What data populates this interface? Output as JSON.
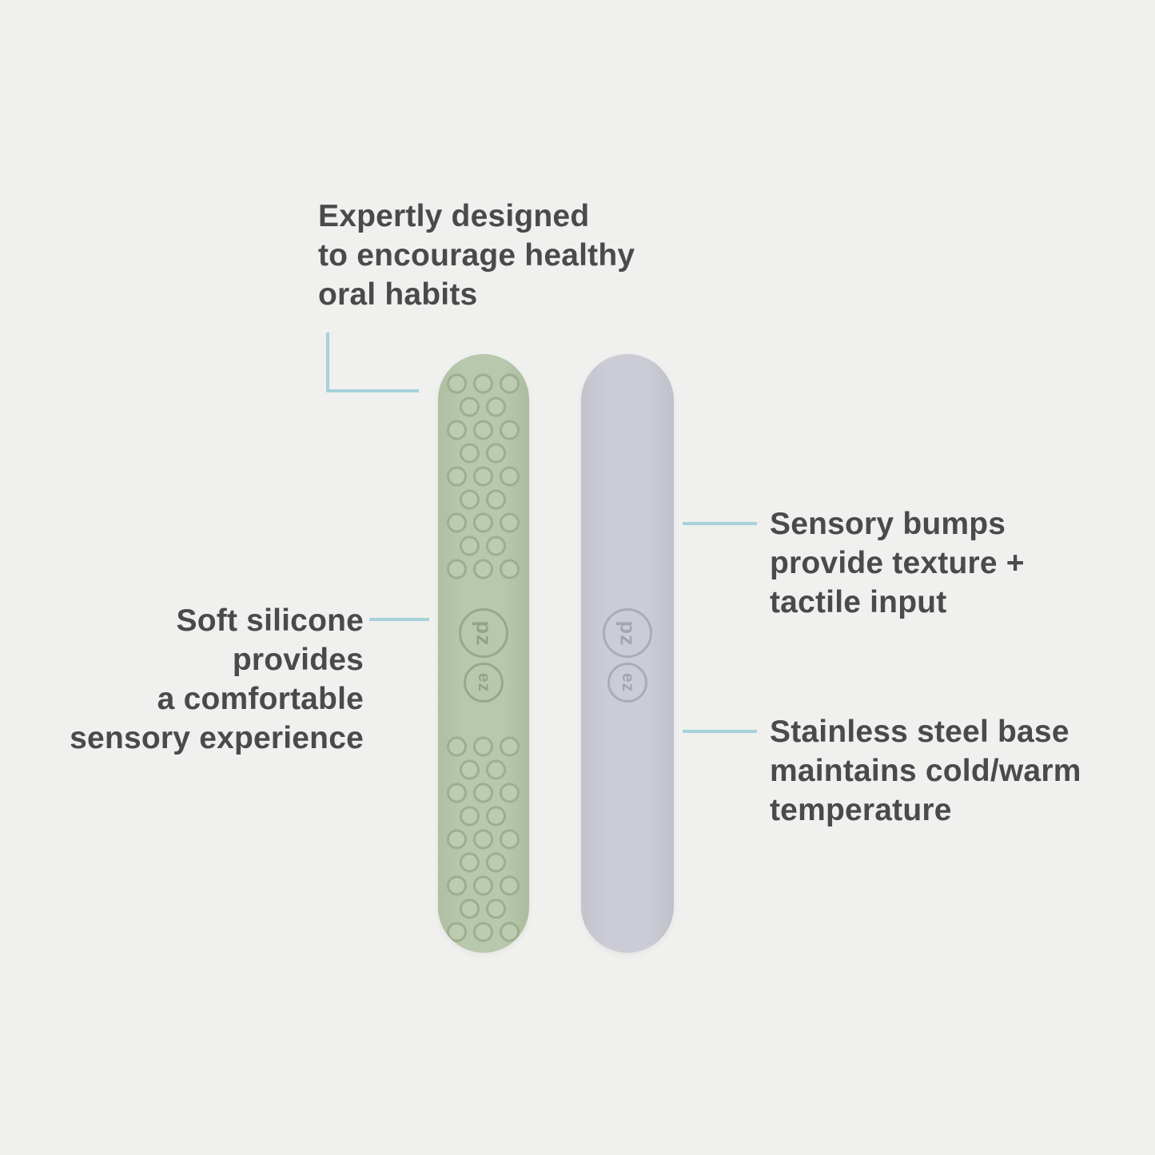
{
  "annotations": {
    "design": "Expertly designed\nto encourage healthy\noral habits",
    "silicone": "Soft silicone\nprovides\na comfortable\nsensory experience",
    "bumps": "Sensory bumps\nprovide texture +\ntactile input",
    "steel": "Stainless steel base\nmaintains cold/warm\ntemperature"
  },
  "products": {
    "green": {
      "color": "#b8c8ac",
      "logo_top": "pz",
      "logo_bottom": "ez"
    },
    "gray": {
      "color": "#cbccd5",
      "logo_top": "pz",
      "logo_bottom": "ez"
    }
  },
  "colors": {
    "background": "#f0f0ee",
    "text": "#4a4a4c",
    "callout_line": "#a7d2d9"
  }
}
